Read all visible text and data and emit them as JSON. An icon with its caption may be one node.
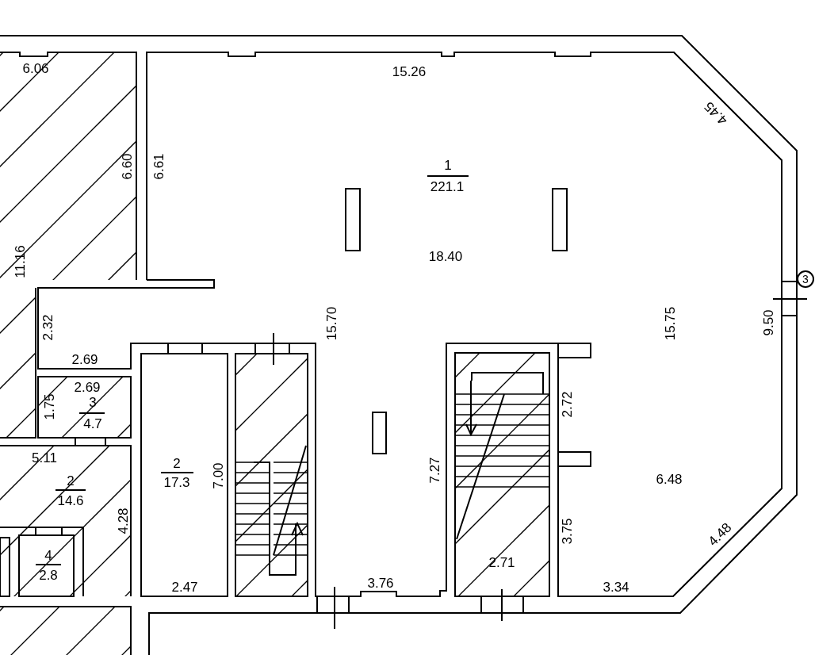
{
  "diagram": {
    "labels": [
      "6.06",
      "15.26",
      "4.45",
      "1",
      "221.1",
      "6.60",
      "6.61",
      "18.40",
      "11.16",
      "3",
      "15.70",
      "2.32",
      "9.50",
      "15.75",
      "2.69",
      "2.69",
      "2.72",
      "3",
      "4.7",
      "1.75",
      "5.11",
      "2",
      "17.3",
      "7.00",
      "2",
      "14.6",
      "7.27",
      "6.48",
      "4.28",
      "3.75",
      "4.48",
      "4",
      "2.8",
      "2.71",
      "3.76",
      "2.47",
      "3.34"
    ]
  }
}
